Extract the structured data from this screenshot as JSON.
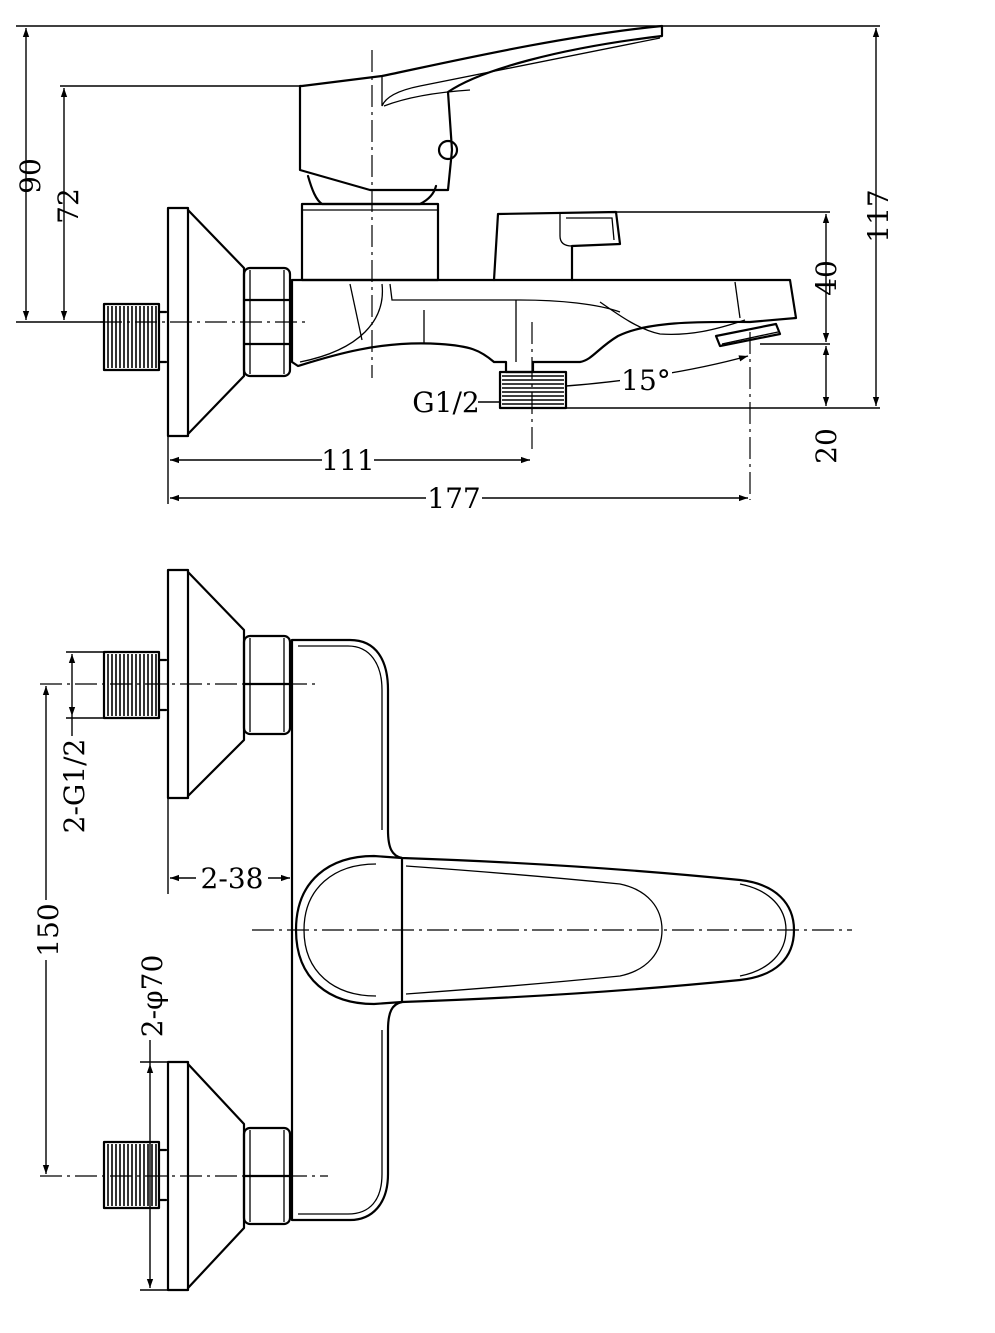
{
  "side_view": {
    "dims": {
      "d90": "90",
      "d72": "72",
      "d117": "117",
      "d40": "40",
      "d20": "20",
      "d111": "111",
      "d177": "177",
      "angle": "15°",
      "outlet_thread": "G1/2"
    }
  },
  "top_view": {
    "dims": {
      "inlet_thread": "2-G1/2",
      "offset": "2-38",
      "centers": "150",
      "flange_dia": "2-φ70"
    }
  }
}
